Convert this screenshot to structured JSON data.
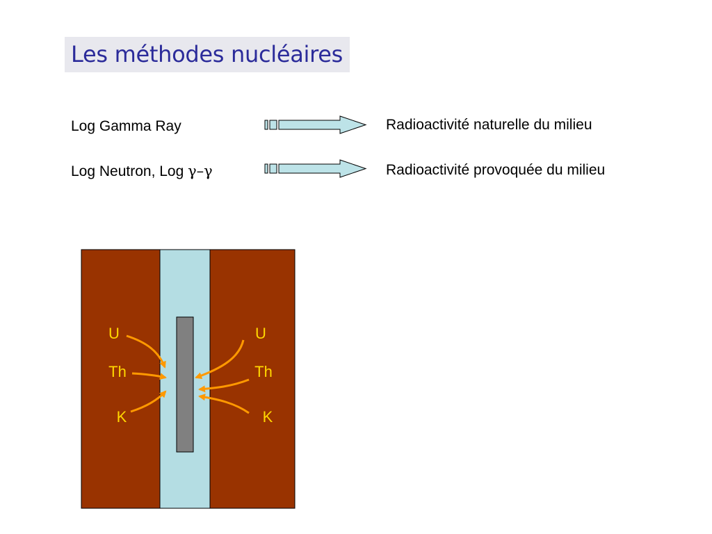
{
  "title": "Les méthodes nucléaires",
  "rows": [
    {
      "left_main": "Log Gamma Ray",
      "left_symbol": "",
      "right": "Radioactivité naturelle du milieu"
    },
    {
      "left_main": "Log Neutron, Log ",
      "left_symbol": "γ–γ",
      "right": "Radioactivité provoquée du milieu"
    }
  ],
  "diagram": {
    "left_labels": [
      "U",
      "Th",
      "K"
    ],
    "right_labels": [
      "U",
      "Th",
      "K"
    ],
    "colors": {
      "formation": "#993300",
      "borehole": "#b4dde3",
      "tool": "#808080",
      "arrow": "#ff9900",
      "label": "#ffd700",
      "row_arrow": "#bde3e8"
    }
  }
}
